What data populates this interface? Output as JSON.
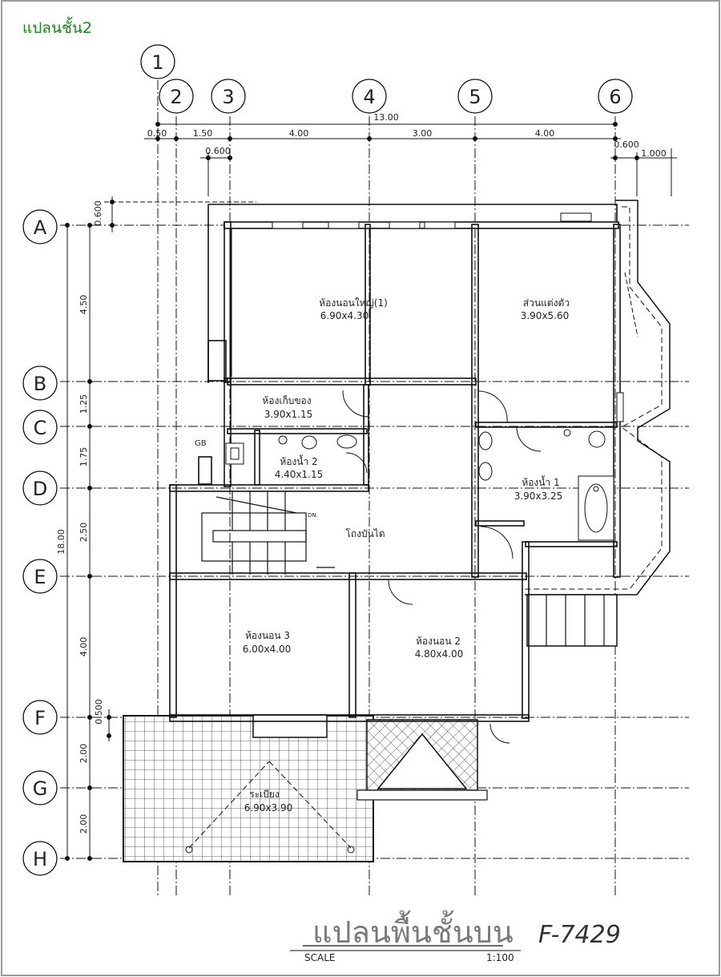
{
  "caption": "แปลนชั้น2",
  "title": "แปลนพื้นชั้นบน",
  "plan_code": "F-7429",
  "scale": {
    "label": "SCALE",
    "value": "1:100"
  },
  "column_axes": [
    "1",
    "2",
    "3",
    "4",
    "5",
    "6"
  ],
  "row_axes": [
    "A",
    "B",
    "C",
    "D",
    "E",
    "F",
    "G",
    "H"
  ],
  "top_dimensions": {
    "overall": "13.00",
    "segments": [
      "0.50",
      "1.50",
      "4.00",
      "3.00",
      "4.00"
    ],
    "offset_left": "0.600",
    "offset_right": "0.600",
    "projection": "1.000"
  },
  "left_dimensions": {
    "overall": "18.00",
    "offset_top": "0.600",
    "offset_f": "0.500",
    "segments": [
      "4.50",
      "1.25",
      "1.75",
      "2.50",
      "4.00",
      "2.00",
      "2.00"
    ]
  },
  "rooms": [
    {
      "name": "ห้องนอนใหญ่(1)",
      "size": "6.90x4.30"
    },
    {
      "name": "ส่วนแต่งตัว",
      "size": "3.90x5.60"
    },
    {
      "name": "ห้องเก็บของ",
      "size": "3.90x1.15"
    },
    {
      "name": "ห้องน้ำ 2",
      "size": "4.40x1.15"
    },
    {
      "name": "ห้องน้ำ 1",
      "size": "3.90x3.25"
    },
    {
      "name": "โถงบันได",
      "size": ""
    },
    {
      "name": "ห้องนอน 3",
      "size": "6.00x4.00"
    },
    {
      "name": "ห้องนอน 2",
      "size": "4.80x4.00"
    },
    {
      "name": "ระเบียง",
      "size": "6.90x3.90"
    }
  ],
  "small_labels": {
    "gb": "GB",
    "dn": "DN."
  }
}
